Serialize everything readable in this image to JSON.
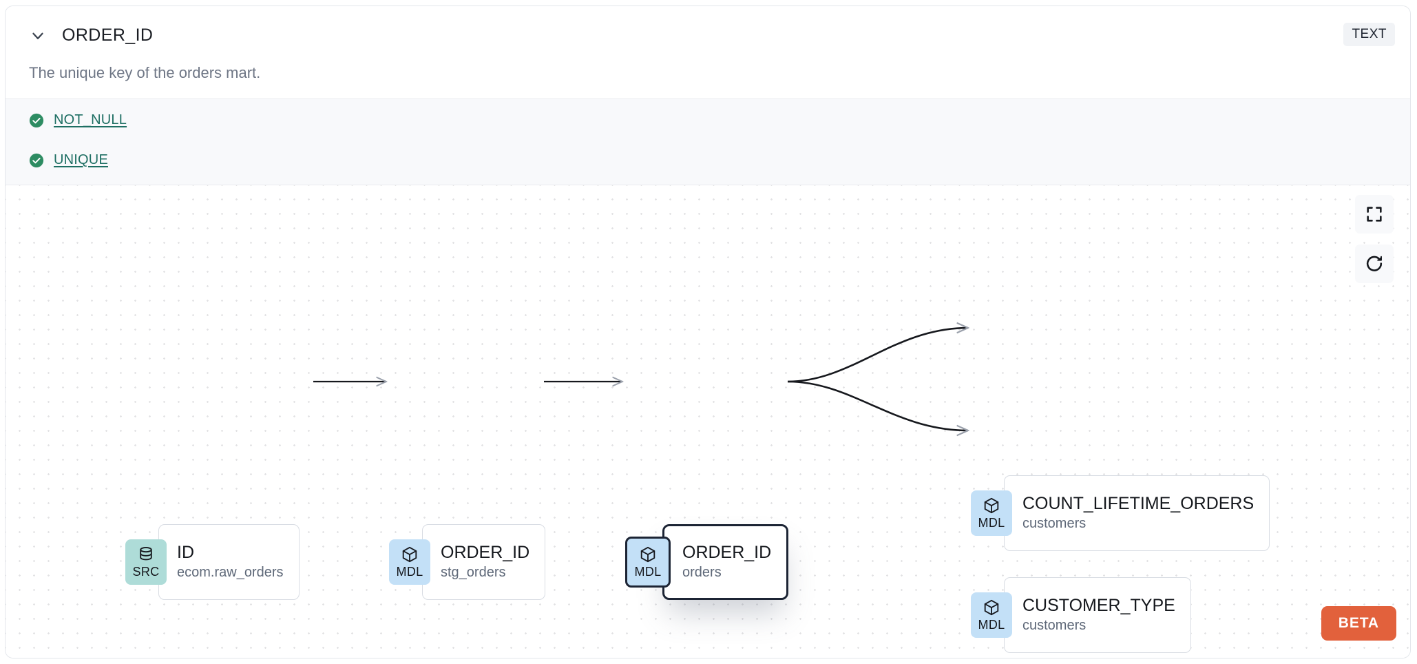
{
  "header": {
    "collapse_icon": "chevron-down-icon",
    "column_name": "ORDER_ID",
    "data_type_badge": "TEXT",
    "description": "The unique key of the orders mart."
  },
  "tests": {
    "items": [
      {
        "status_icon": "check-circle-icon",
        "label": "NOT_NULL",
        "status": "pass"
      },
      {
        "status_icon": "check-circle-icon",
        "label": "UNIQUE",
        "status": "pass"
      }
    ]
  },
  "lineage": {
    "controls": [
      {
        "name": "fit-view-button",
        "icon": "fullscreen-icon"
      },
      {
        "name": "refresh-button",
        "icon": "refresh-icon"
      }
    ],
    "beta_label": "BETA",
    "nodes": [
      {
        "id": "src",
        "badge": "SRC",
        "badge_icon": "database-icon",
        "name": "ID",
        "model": "ecom.raw_orders",
        "selected": false
      },
      {
        "id": "stg",
        "badge": "MDL",
        "badge_icon": "cube-icon",
        "name": "ORDER_ID",
        "model": "stg_orders",
        "selected": false
      },
      {
        "id": "orders",
        "badge": "MDL",
        "badge_icon": "cube-icon",
        "name": "ORDER_ID",
        "model": "orders",
        "selected": true
      },
      {
        "id": "count",
        "badge": "MDL",
        "badge_icon": "cube-icon",
        "name": "COUNT_LIFETIME_ORDERS",
        "model": "customers",
        "selected": false
      },
      {
        "id": "custtype",
        "badge": "MDL",
        "badge_icon": "cube-icon",
        "name": "CUSTOMER_TYPE",
        "model": "customers",
        "selected": false
      }
    ],
    "edges": [
      {
        "from": "src",
        "to": "stg"
      },
      {
        "from": "stg",
        "to": "orders"
      },
      {
        "from": "orders",
        "to": "count"
      },
      {
        "from": "orders",
        "to": "custtype"
      }
    ]
  },
  "colors": {
    "src_badge_bg": "#AEDCD8",
    "mdl_badge_bg": "#C3E0F7",
    "test_pass": "#2D8C62",
    "test_link": "#1E6F63",
    "beta_bg": "#E2613C",
    "selected_border": "#1C2434"
  }
}
